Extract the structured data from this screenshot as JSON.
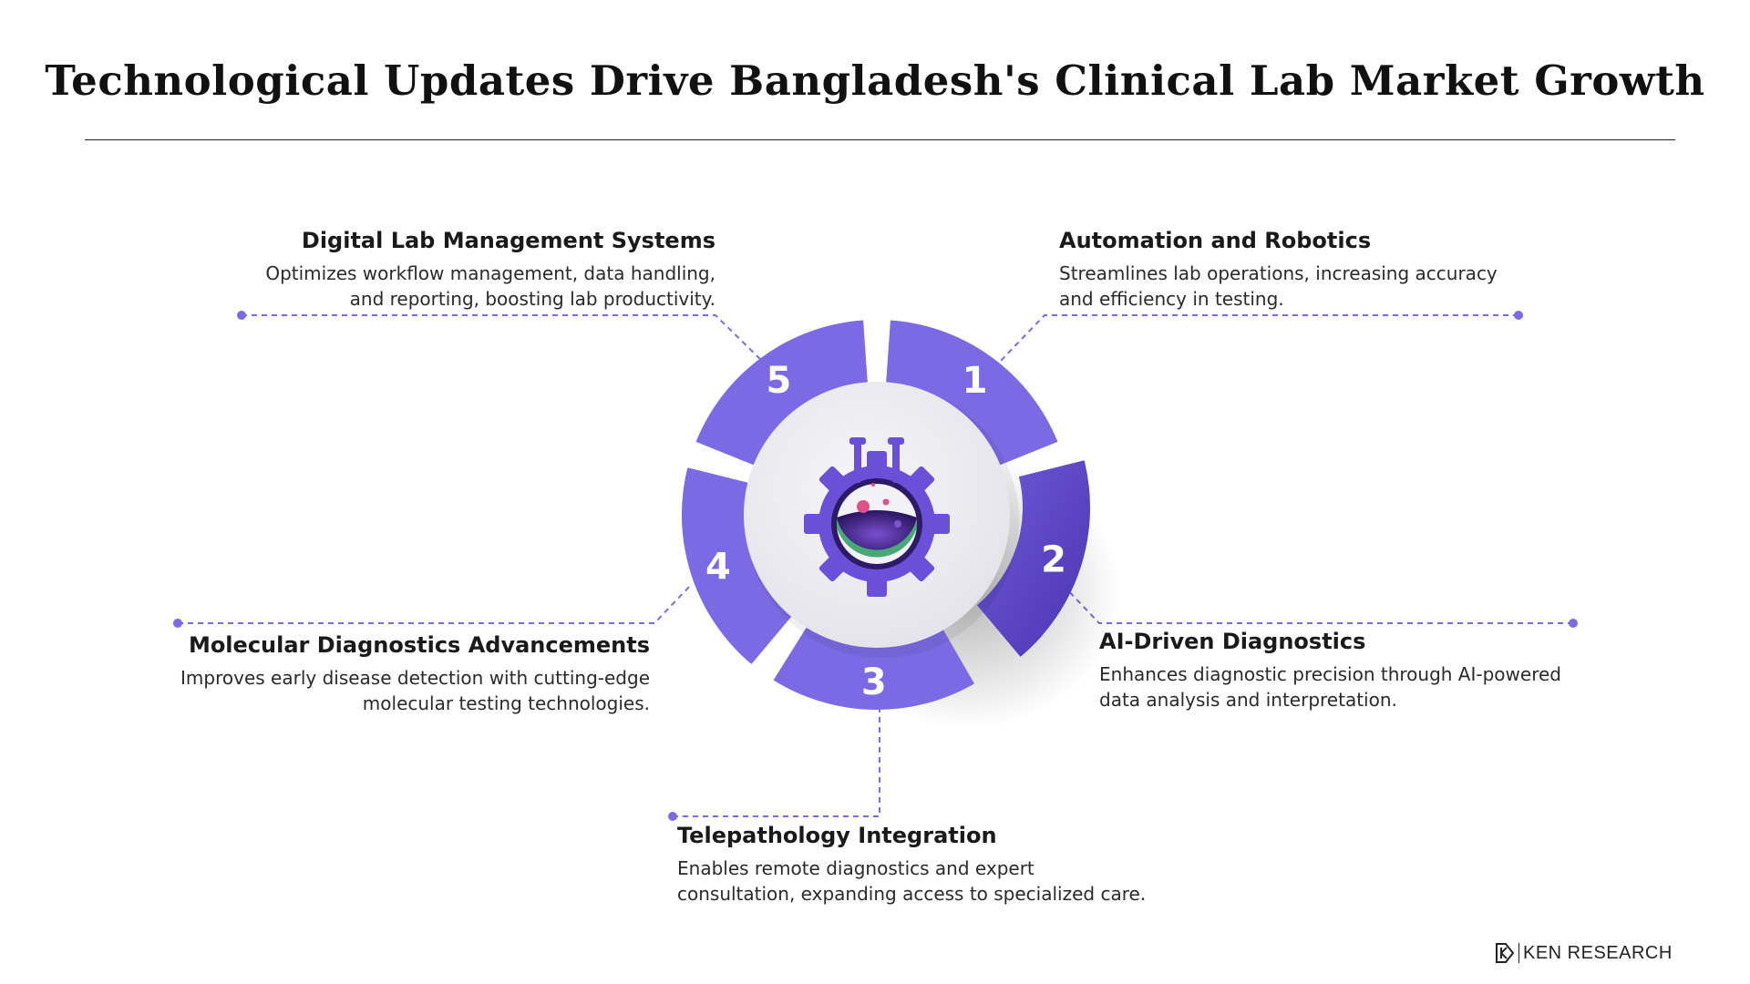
{
  "title": "Technological Updates Drive Bangladesh's Clinical Lab Market Growth",
  "colors": {
    "segment": "#7b6ae3",
    "segment_dark": "#5a45c6",
    "connector": "#7b6ae3",
    "center": "#eeeef2",
    "icon_gear": "#6a50d8",
    "icon_liquid": "#3b1f78"
  },
  "center_icon": "flask-gear-icon",
  "items": [
    {
      "number": "1",
      "heading": "Automation and Robotics",
      "line1": "Streamlines lab operations, increasing accuracy",
      "line2": "and efficiency in testing."
    },
    {
      "number": "2",
      "heading": "AI-Driven Diagnostics",
      "line1": "Enhances diagnostic precision through AI-powered",
      "line2": "data analysis and interpretation."
    },
    {
      "number": "3",
      "heading": "Telepathology Integration",
      "line1": "Enables remote diagnostics and expert",
      "line2": "consultation, expanding access to specialized care."
    },
    {
      "number": "4",
      "heading": "Molecular Diagnostics Advancements",
      "line1": "Improves early disease detection with cutting-edge",
      "line2": "molecular testing technologies."
    },
    {
      "number": "5",
      "heading": "Digital Lab Management Systems",
      "line1": "Optimizes workflow management, data handling,",
      "line2": "and reporting, boosting lab productivity."
    }
  ],
  "brand": {
    "name": "KEN RESEARCH",
    "logo": "ken-research-logo-icon"
  }
}
